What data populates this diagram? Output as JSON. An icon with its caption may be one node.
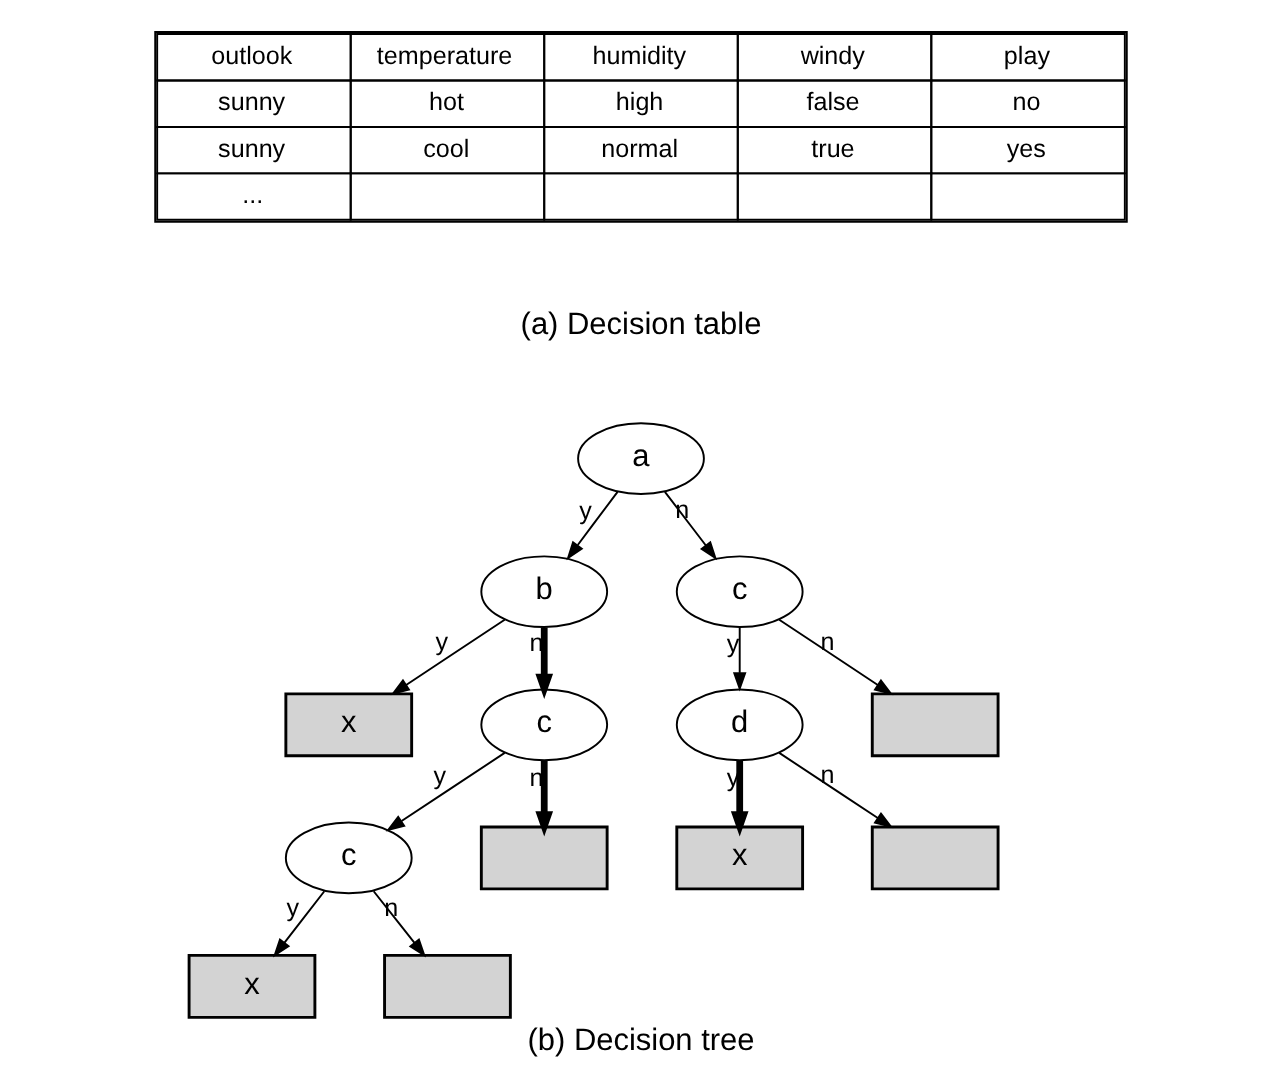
{
  "diagram": {
    "caption": "(b) Decision tree",
    "nodes": [
      {
        "text": [
          "a"
        ]
      },
      {
        "text": [
          "b"
        ]
      },
      {
        "text": [
          "c"
        ]
      },
      {
        "text": [
          "x"
        ]
      },
      {
        "text": [
          "c"
        ]
      },
      {
        "text": [
          "d"
        ]
      },
      {
        "text": [],
        "shape": "box"
      },
      {
        "text": [
          "c"
        ]
      },
      {
        "text": [],
        "shape": "box"
      },
      {
        "text": [
          "x"
        ]
      },
      {
        "text": [],
        "shape": "box"
      },
      {
        "text": [
          "x"
        ]
      },
      {
        "text": [],
        "shape": "box"
      }
    ],
    "edges": [
      {
        "from": 0,
        "to": 1,
        "arrow": "to",
        "label": "y"
      },
      {
        "from": 0,
        "to": 2,
        "arrow": "to",
        "label": "n"
      },
      {
        "from": 1,
        "to": 3,
        "arrow": "to",
        "label": "y"
      },
      {
        "from": 1,
        "to": 4,
        "arrow": "to",
        "label": "n",
        "style": "thick"
      },
      {
        "from": 2,
        "to": 5,
        "arrow": "to",
        "label": "y"
      },
      {
        "from": 2,
        "to": 6,
        "arrow": "to",
        "label": "n"
      },
      {
        "from": 4,
        "to": 7,
        "arrow": "to",
        "label": "y"
      },
      {
        "from": 4,
        "to": 8,
        "arrow": "to",
        "label": "n",
        "style": "thick"
      },
      {
        "from": 5,
        "to": 9,
        "arrow": "to",
        "label": "y",
        "style": "thick"
      },
      {
        "from": 5,
        "to": 10,
        "arrow": "to",
        "label": "n"
      },
      {
        "from": 7,
        "to": 11,
        "arrow": "to",
        "label": "y"
      },
      {
        "from": 7,
        "to": 12,
        "arrow": "to",
        "label": "n"
      }
    ],
    "labels": [
      "outlook",
      "temperature",
      "humidity",
      "windy",
      "play",
      "sunny",
      "hot",
      "high",
      "false",
      "no",
      "sunny",
      "cool",
      "normal",
      "true",
      "yes",
      "...",
      "(a) Decision table"
    ]
  }
}
